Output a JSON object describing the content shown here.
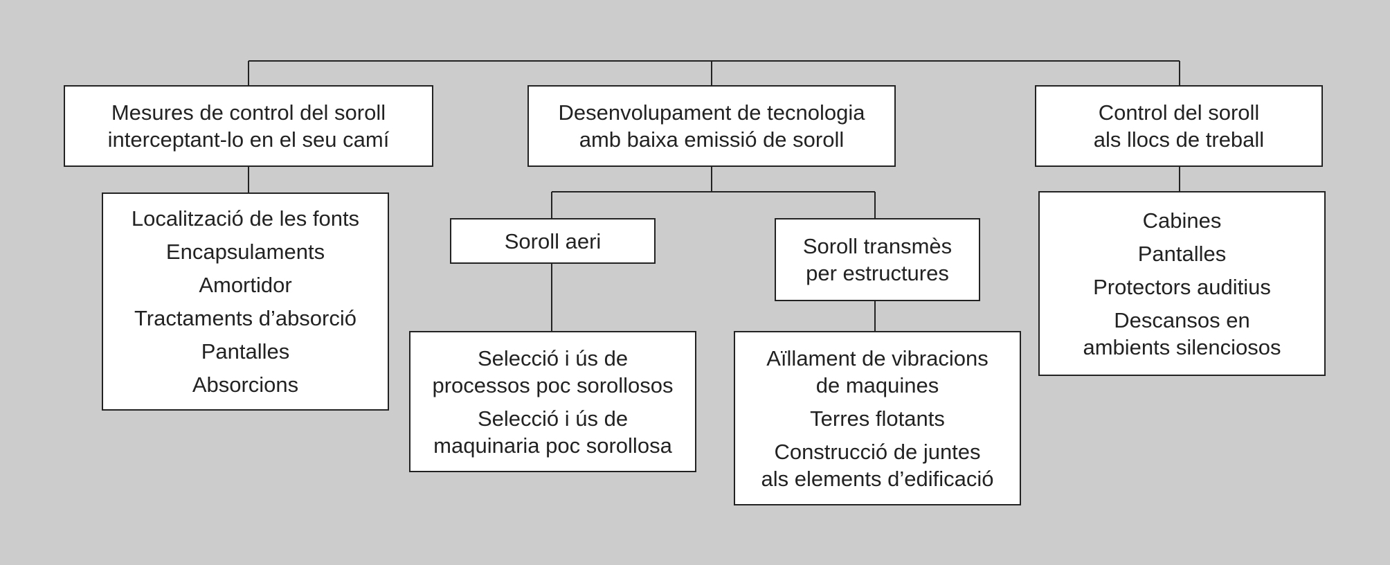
{
  "top_boxes": {
    "left": [
      "Mesures de control del soroll",
      "interceptant-lo en el seu camí"
    ],
    "center": [
      "Desenvolupament de tecnologia",
      "amb baixa emissió de soroll"
    ],
    "right": [
      "Control del soroll",
      "als llocs de treball"
    ]
  },
  "left_list": [
    "Localització de les fonts",
    "Encapsulaments",
    "Amortidor",
    "Tractaments d’absorció",
    "Pantalles",
    "Absorcions"
  ],
  "mid_boxes": {
    "aeri": [
      "Soroll aeri"
    ],
    "transmes": [
      "Soroll transmès",
      "per estructures"
    ]
  },
  "aeri_list": [
    [
      "Selecció i ús de",
      "processos poc sorollosos"
    ],
    [
      "Selecció i ús de",
      "maquinaria poc sorollosa"
    ]
  ],
  "transmes_list": [
    [
      "Aïllament de vibracions",
      "de maquines"
    ],
    [
      "Terres flotants"
    ],
    [
      "Construcció de juntes",
      "als elements d’edificació"
    ]
  ],
  "right_list": [
    [
      "Cabines"
    ],
    [
      "Pantalles"
    ],
    [
      "Protectors auditius"
    ],
    [
      "Descansos en",
      "ambients silenciosos"
    ]
  ]
}
